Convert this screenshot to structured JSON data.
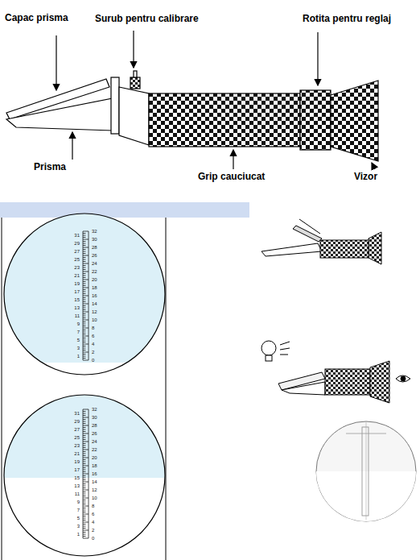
{
  "diagram": {
    "labels": [
      "Capac prisma",
      "Surub pentru calibrare",
      "Rotita pentru reglaj",
      "Prisma",
      "Grip cauciucat",
      "Vizor",
      "32",
      "30",
      "28",
      "26",
      "24",
      "22",
      "20",
      "18",
      "16",
      "14",
      "12",
      "10",
      "8",
      "6",
      "4",
      "2",
      "0",
      "31",
      "29",
      "27",
      "25",
      "23",
      "21",
      "19",
      "17",
      "15",
      "13",
      "11",
      "9",
      "7",
      "5",
      "3",
      "1",
      "32",
      "30",
      "28",
      "26",
      "24",
      "22",
      "20",
      "18",
      "16",
      "14",
      "12",
      "10",
      "8",
      "6",
      "4",
      "2",
      "0",
      "31",
      "29",
      "27",
      "25",
      "23",
      "21",
      "19",
      "17",
      "15",
      "13",
      "11",
      "9",
      "7",
      "5",
      "3",
      "1"
    ]
  }
}
